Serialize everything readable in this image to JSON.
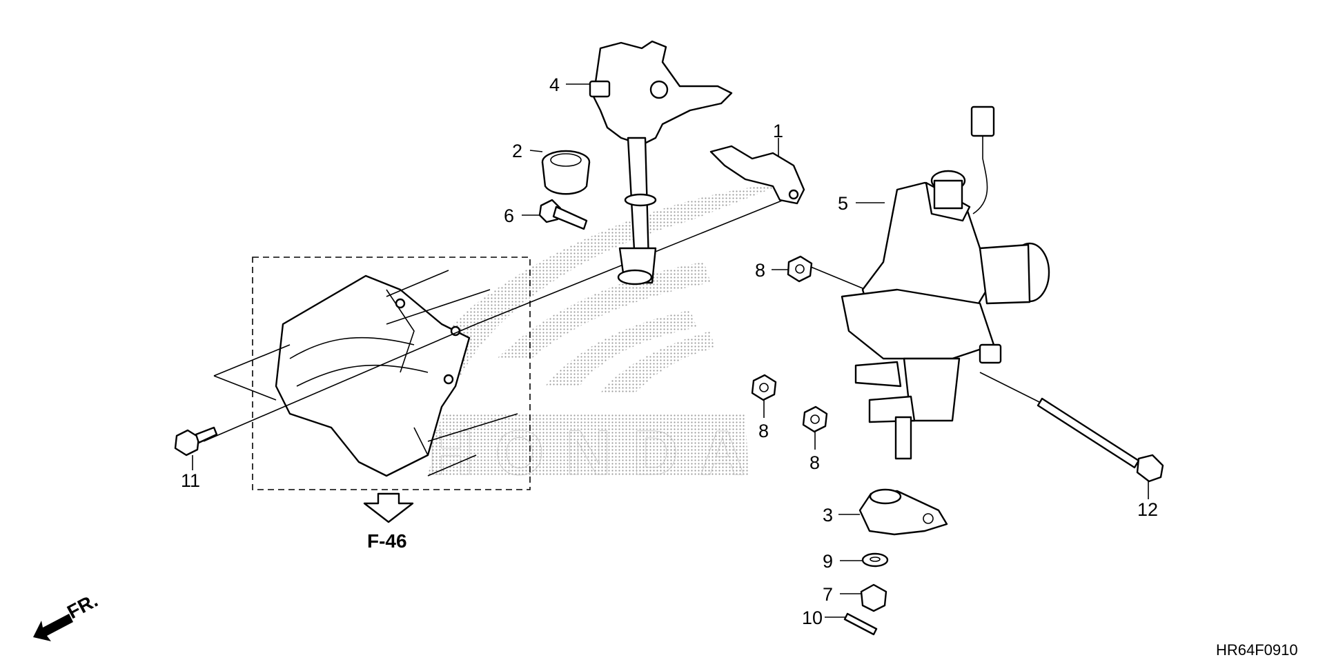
{
  "diagram": {
    "callouts": {
      "c1": "1",
      "c2": "2",
      "c3": "3",
      "c4": "4",
      "c5": "5",
      "c6": "6",
      "c7": "7",
      "c8a": "8",
      "c8b": "8",
      "c8c": "8",
      "c9": "9",
      "c10": "10",
      "c11": "11",
      "c12": "12"
    },
    "reference_label": "F-46",
    "front_label": "FR.",
    "diagram_code": "HR64F0910",
    "watermark": "HONDA",
    "colors": {
      "line": "#000000",
      "background": "#ffffff",
      "watermark_dots": "#9a9a9a"
    },
    "icons": [
      "front-direction-arrow-icon",
      "reference-down-arrow-icon"
    ]
  }
}
